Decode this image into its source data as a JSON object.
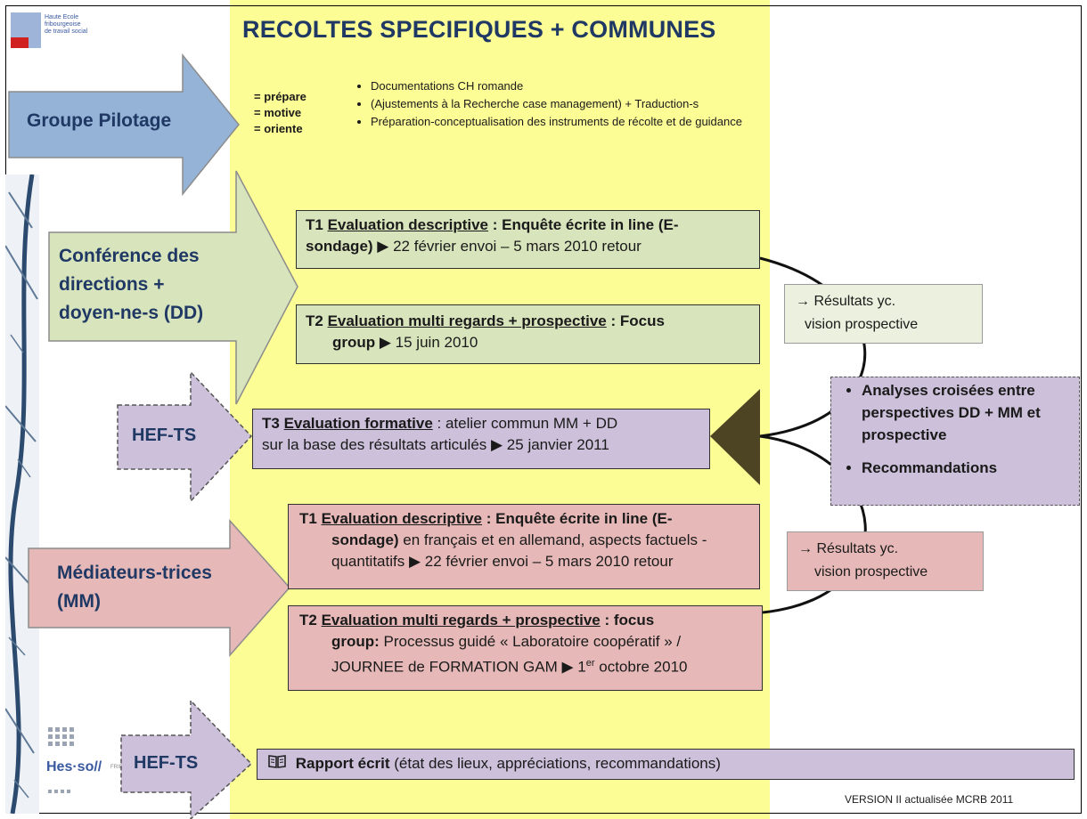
{
  "title": "RECOLTES SPECIFIQUES + COMMUNES",
  "logo_top": {
    "lines": [
      "Haute Ecole",
      "fribourgeoise",
      "de travail social"
    ]
  },
  "logo_bottom": {
    "text": "Hes·so//",
    "sub": "FRIBOURG"
  },
  "actors": {
    "pilotage": "Groupe Pilotage",
    "dd": [
      "Conférence des",
      "directions +",
      "doyen-ne-s (DD)"
    ],
    "hef1": "HEF-TS",
    "mm": [
      "Médiateurs-trices",
      "(MM)"
    ],
    "hef2": "HEF-TS"
  },
  "verbs": [
    "= prépare",
    "= motive",
    "= oriente"
  ],
  "pilotage_bullets": [
    "Documentations CH romande",
    "(Ajustements à la Recherche case management) + Traduction-s",
    "Préparation-conceptualisation des instruments de récolte et de guidance"
  ],
  "boxes": {
    "dd_t1": {
      "pre": "T1 ",
      "head": "Evaluation descriptive",
      "mid": " :  Enquête écrite in line",
      "rest1": " (E-",
      "rest2b": "sondage)",
      "rest2": " ▶ 22  février envoi – 5 mars 2010 retour"
    },
    "dd_t2": {
      "pre": "T2 ",
      "head": "Evaluation multi regards + prospective",
      "mid": " : Focus",
      "rest2b": "group",
      "rest2": " ▶ 15 juin 2010"
    },
    "t3": {
      "pre": "T3 ",
      "head": "Evaluation formative",
      "mid": " : atelier commun MM + DD",
      "line2": "sur la base des résultats articulés ▶ 25 janvier 2011"
    },
    "mm_t1": {
      "pre": "T1  ",
      "head": "Evaluation descriptive",
      "mid": " : Enquête écrite in line",
      "rest1": " (E-",
      "rest2b": "sondage)",
      "rest2": " en français et en allemand, aspects factuels -",
      "line3": "quantitatifs ▶ 22  février envoi – 5 mars 2010 retour"
    },
    "mm_t2": {
      "pre": "T2  ",
      "head": "Evaluation multi regards + prospective",
      "mid": " : focus",
      "rest2b": "group:",
      "rest2": " Processus guidé « Laboratoire  coopératif » /",
      "line3a": "JOURNEE de FORMATION GAM  ▶  1",
      "line3sup": "er",
      "line3b": " octobre 2010"
    },
    "rapport": {
      "icon": "book-icon",
      "b": "Rapport écrit",
      "rest": " (état des lieux, appréciations, recommandations)"
    }
  },
  "results": {
    "top": [
      "→ Résultats yc.",
      "vision prospective"
    ],
    "bottom": [
      "→ Résultats yc.",
      "vision prospective"
    ]
  },
  "analyses": [
    "Analyses croisées entre perspectives DD + MM et prospective",
    "Recommandations"
  ],
  "footer": "VERSION II actualisée MCRB 2011",
  "colors": {
    "band": "#fdfd96",
    "blue_arrow": "#95b3d7",
    "green": "#d8e4bc",
    "purple": "#ccc0da",
    "pink": "#e6b9b8",
    "title": "#1f3864"
  }
}
